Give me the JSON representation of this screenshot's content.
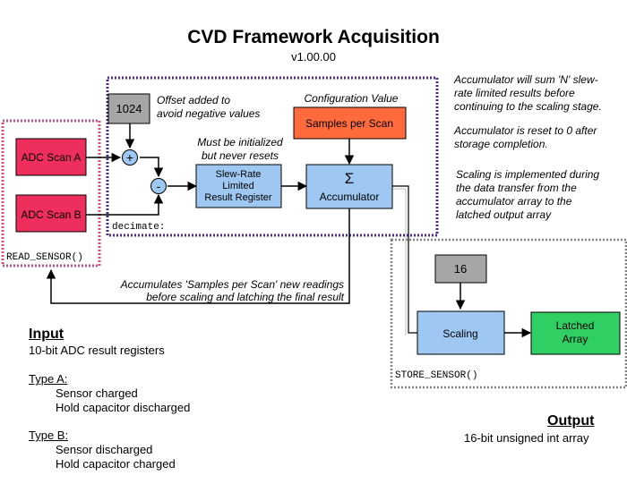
{
  "title": "CVD Framework Acquisition",
  "version": "v1.00.00",
  "blocks": {
    "adc_a": "ADC Scan A",
    "adc_b": "ADC Scan B",
    "offset": "1024",
    "samples": "Samples per Scan",
    "slew": [
      "Slew-Rate",
      "Limited",
      "Result Register"
    ],
    "sigma": "Σ",
    "accumulator": "Accumulator",
    "scale_value": "16",
    "scaling": "Scaling",
    "latched": [
      "Latched",
      "Array"
    ],
    "plus": "+",
    "minus": "-"
  },
  "regions": {
    "read": "READ_SENSOR()",
    "decimate": "decimate:",
    "store": "STORE_SENSOR()"
  },
  "notes": {
    "offset": [
      "Offset added to",
      "avoid negative values"
    ],
    "config": "Configuration Value",
    "init": [
      "Must be initialized",
      "but never resets"
    ],
    "feedback": [
      "Accumulates 'Samples per Scan' new readings",
      "before scaling and latching the final result"
    ],
    "right": [
      [
        "Accumulator will sum 'N' slew-",
        "rate limited results before",
        "continuing to the scaling stage."
      ],
      [
        "Accumulator is reset to 0 after",
        "storage completion."
      ],
      [
        "Scaling is implemented during",
        "the data transfer from the",
        "accumulator array to the",
        "latched output array"
      ]
    ]
  },
  "input": {
    "heading": "Input",
    "desc": "10-bit ADC result registers",
    "type_a": "Type A:",
    "type_a_lines": [
      "Sensor charged",
      "Hold capacitor discharged"
    ],
    "type_b": "Type B:",
    "type_b_lines": [
      "Sensor discharged",
      "Hold capacitor charged"
    ]
  },
  "output": {
    "heading": "Output",
    "desc": "16-bit unsigned int array"
  },
  "colors": {
    "adc_fill": "#ee2e5c",
    "gray_fill": "#a6a6a6",
    "orange_fill": "#ff6b3d",
    "blue_fill": "#9ec8f2",
    "green_fill": "#2fcf63",
    "read_border": "#d05078",
    "decimate_border": "#4a2a8a",
    "store_border": "#808080"
  }
}
